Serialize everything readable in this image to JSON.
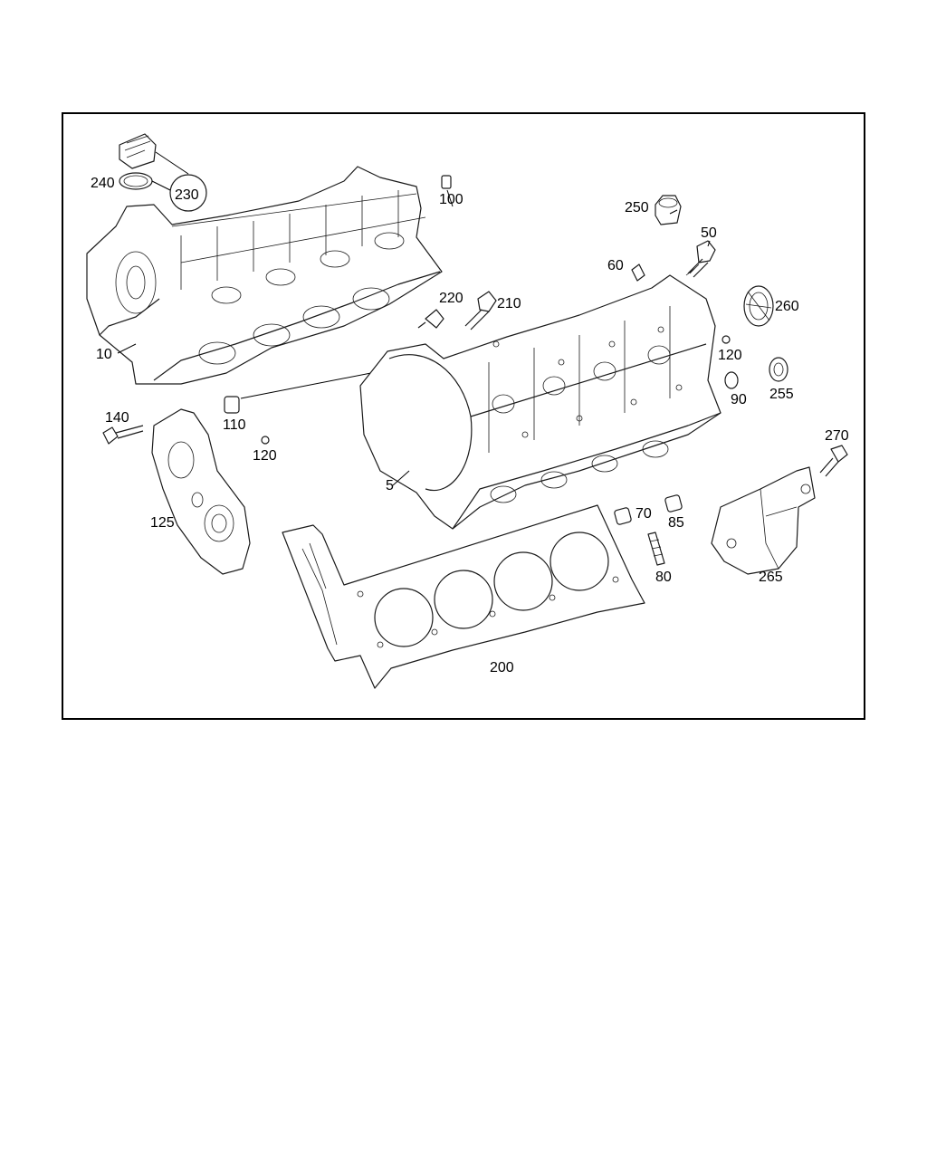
{
  "diagram": {
    "labels": [
      "240",
      "230",
      "100",
      "250",
      "50",
      "60",
      "220",
      "210",
      "260",
      "10",
      "120",
      "90",
      "255",
      "140",
      "110",
      "120",
      "270",
      "5",
      "70",
      "85",
      "125",
      "80",
      "265",
      "200"
    ]
  }
}
